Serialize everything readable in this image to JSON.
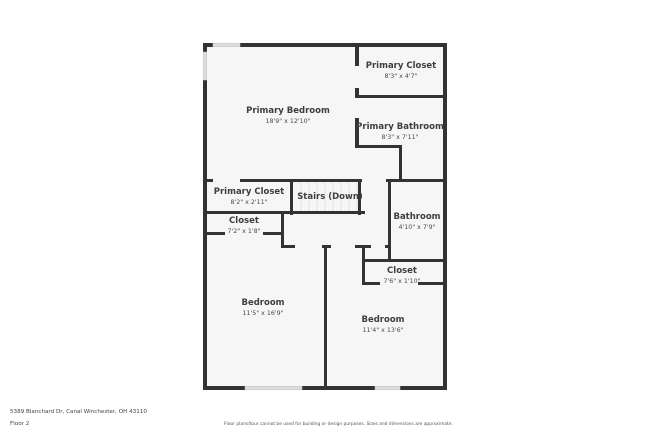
{
  "floor_plan": {
    "address": "5389 Blanchard Dr, Canal Winchester, OH 43110",
    "floor": "Floor 2",
    "disclaimer": "Floor plans/tour cannot be used for building or design purposes. Sizes and dimensions are approximate.",
    "colors": {
      "wall": "#333333",
      "floor": "#f6f6f6",
      "window": "#d9d9d9",
      "text": "#3e3e3e"
    },
    "rooms": [
      {
        "name": "Primary Bedroom",
        "dimensions": "18'9\" x 12'10\""
      },
      {
        "name": "Primary Closet",
        "dimensions": "8'3\" x 4'7\""
      },
      {
        "name": "Primary Bathroom",
        "dimensions": "8'3\" x 7'11\""
      },
      {
        "name": "Primary Closet",
        "dimensions": "8'2\" x 2'11\""
      },
      {
        "name": "Stairs (Down)",
        "dimensions": ""
      },
      {
        "name": "Closet",
        "dimensions": "7'2\" x 1'8\""
      },
      {
        "name": "Bathroom",
        "dimensions": "4'10\" x 7'9\""
      },
      {
        "name": "Closet",
        "dimensions": "7'6\" x 1'10\""
      },
      {
        "name": "Bedroom",
        "dimensions": "11'5\" x 16'9\""
      },
      {
        "name": "Bedroom",
        "dimensions": "11'4\" x 13'6\""
      }
    ]
  }
}
